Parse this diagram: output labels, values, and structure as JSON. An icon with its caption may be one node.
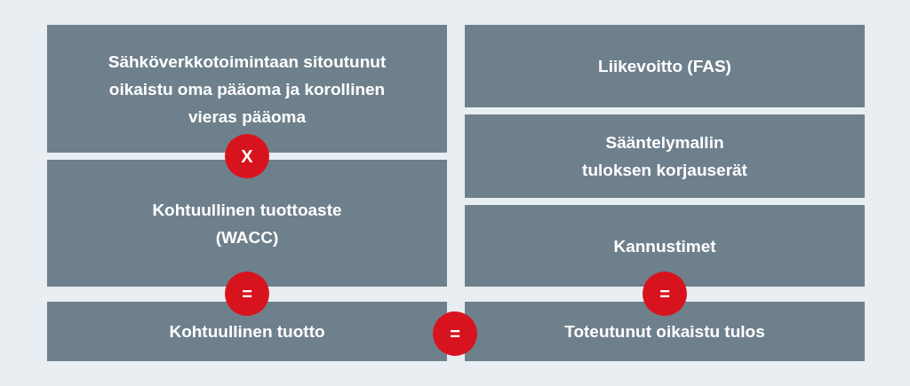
{
  "diagram": {
    "nodes": [
      {
        "text": [
          "Sähköverkkotoimintaan sitoutunut oikaistu oma pääoma ja korollinen vieras pääoma"
        ]
      },
      {
        "text": [
          "X"
        ]
      },
      {
        "text": [
          "Kohtuullinen tuottoaste (WACC)"
        ]
      },
      {
        "text": [
          "="
        ]
      },
      {
        "text": [
          "Kohtuullinen tuotto"
        ]
      },
      {
        "text": [
          "="
        ]
      },
      {
        "text": [
          "Liikevoitto (FAS)"
        ]
      },
      {
        "text": [
          "Sääntelymallin tuloksen korjauserät"
        ]
      },
      {
        "text": [
          "Kannustimet"
        ]
      },
      {
        "text": [
          "="
        ]
      },
      {
        "text": [
          "Toteutunut oikaistu tulos"
        ]
      }
    ]
  }
}
